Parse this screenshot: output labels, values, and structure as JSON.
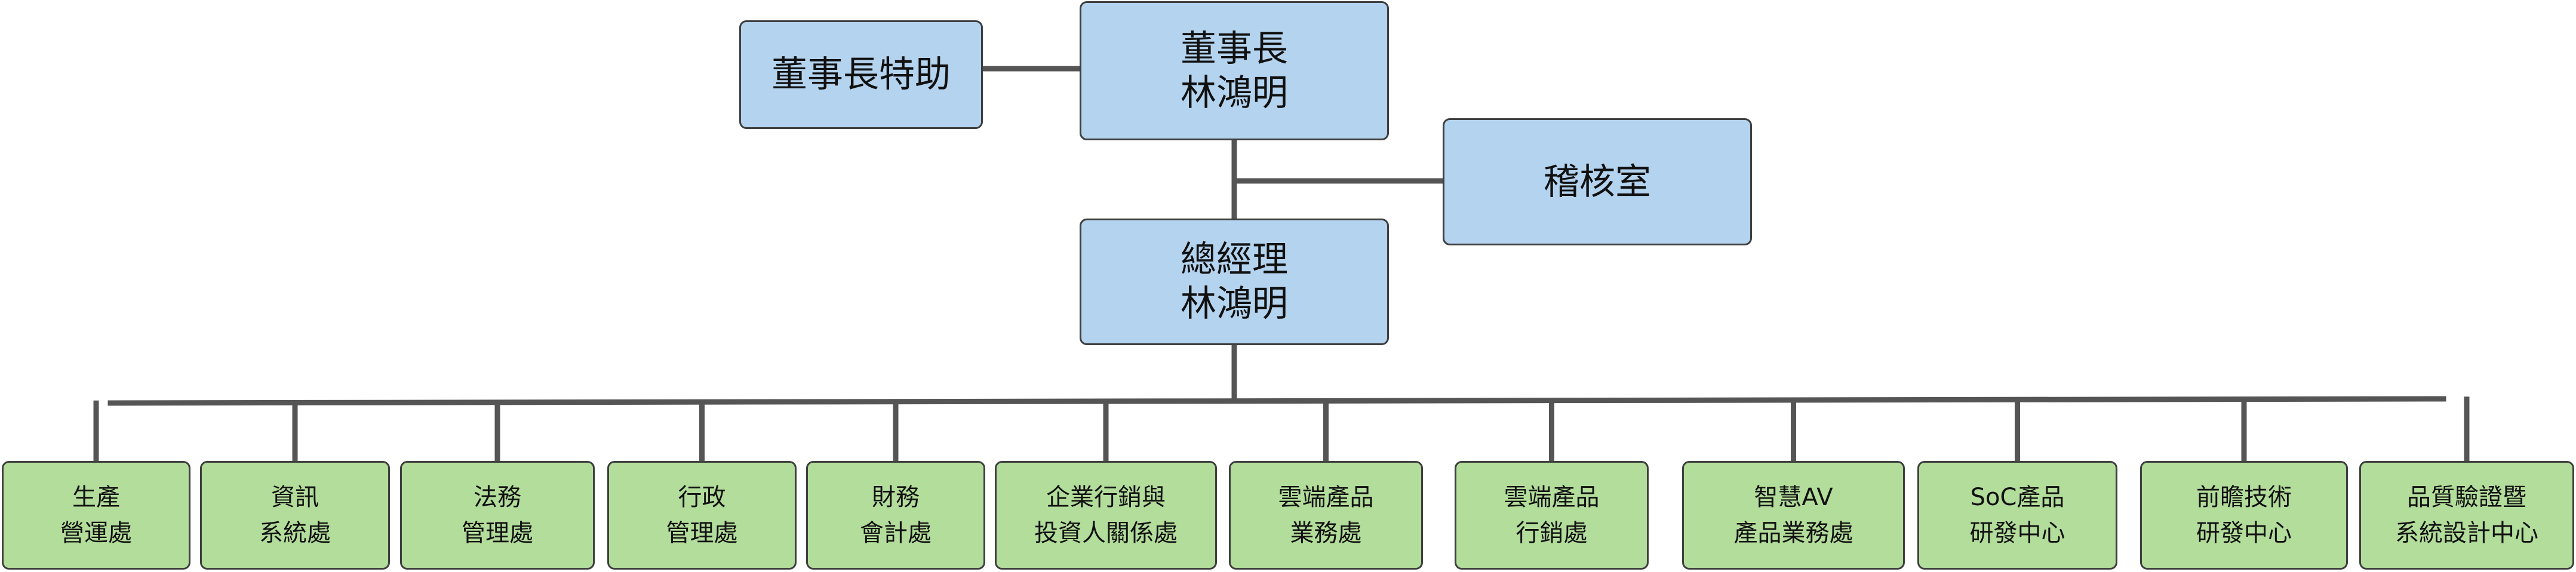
{
  "colors": {
    "executive_fill": "#b4d3ee",
    "department_fill": "#b3dd9b",
    "border": "#3f3f3f",
    "connector": "#555555"
  },
  "chairman": {
    "title": "董事長",
    "name": "林鴻明"
  },
  "chairman_assistant": {
    "label": "董事長特助"
  },
  "audit_office": {
    "label": "稽核室"
  },
  "general_manager": {
    "title": "總經理",
    "name": "林鴻明"
  },
  "departments": [
    {
      "line1": "生產",
      "line2": "營運處"
    },
    {
      "line1": "資訊",
      "line2": "系統處"
    },
    {
      "line1": "法務",
      "line2": "管理處"
    },
    {
      "line1": "行政",
      "line2": "管理處"
    },
    {
      "line1": "財務",
      "line2": "會計處"
    },
    {
      "line1": "企業行銷與",
      "line2": "投資人關係處"
    },
    {
      "line1": "雲端產品",
      "line2": "業務處"
    },
    {
      "line1": "雲端產品",
      "line2": "行銷處"
    },
    {
      "line1": "智慧AV",
      "line2": "產品業務處"
    },
    {
      "line1": "SoC產品",
      "line2": "研發中心"
    },
    {
      "line1": "前瞻技術",
      "line2": "研發中心"
    },
    {
      "line1": "品質驗證暨",
      "line2": "系統設計中心"
    }
  ]
}
